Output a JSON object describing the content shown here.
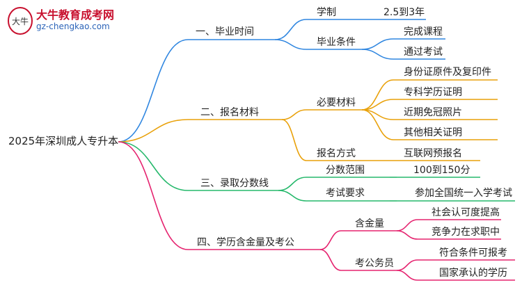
{
  "logo": {
    "name_cn": "大牛教育成考网",
    "url": "gz-chengkao.com",
    "icon_text": "大牛"
  },
  "root": "2025年深圳成人专升本",
  "colors": {
    "blue": "#2f86e0",
    "orange": "#e9a10a",
    "green": "#25b86b",
    "pink": "#e5236f"
  },
  "branches": [
    {
      "label": "一、毕业时间",
      "color": "blue",
      "children": [
        {
          "label": "学制",
          "children": [
            "2.5到3年"
          ]
        },
        {
          "label": "毕业条件",
          "children": [
            "完成课程",
            "通过考试"
          ]
        }
      ]
    },
    {
      "label": "二、报名材料",
      "color": "orange",
      "children": [
        {
          "label": "必要材料",
          "children": [
            "身份证原件及复印件",
            "专科学历证明",
            "近期免冠照片",
            "其他相关证明"
          ]
        },
        {
          "label": "报名方式",
          "children": [
            "互联网预报名"
          ]
        }
      ]
    },
    {
      "label": "三、录取分数线",
      "color": "green",
      "children": [
        {
          "label": "分数范围",
          "children": [
            "100到150分"
          ]
        },
        {
          "label": "考试要求",
          "children": [
            "参加全国统一入学考试"
          ]
        }
      ]
    },
    {
      "label": "四、学历含金量及考公",
      "color": "pink",
      "children": [
        {
          "label": "含金量",
          "children": [
            "社会认可度提高",
            "竞争力在求职中"
          ]
        },
        {
          "label": "考公务员",
          "children": [
            "符合条件可报考",
            "国家承认的学历"
          ]
        }
      ]
    }
  ]
}
